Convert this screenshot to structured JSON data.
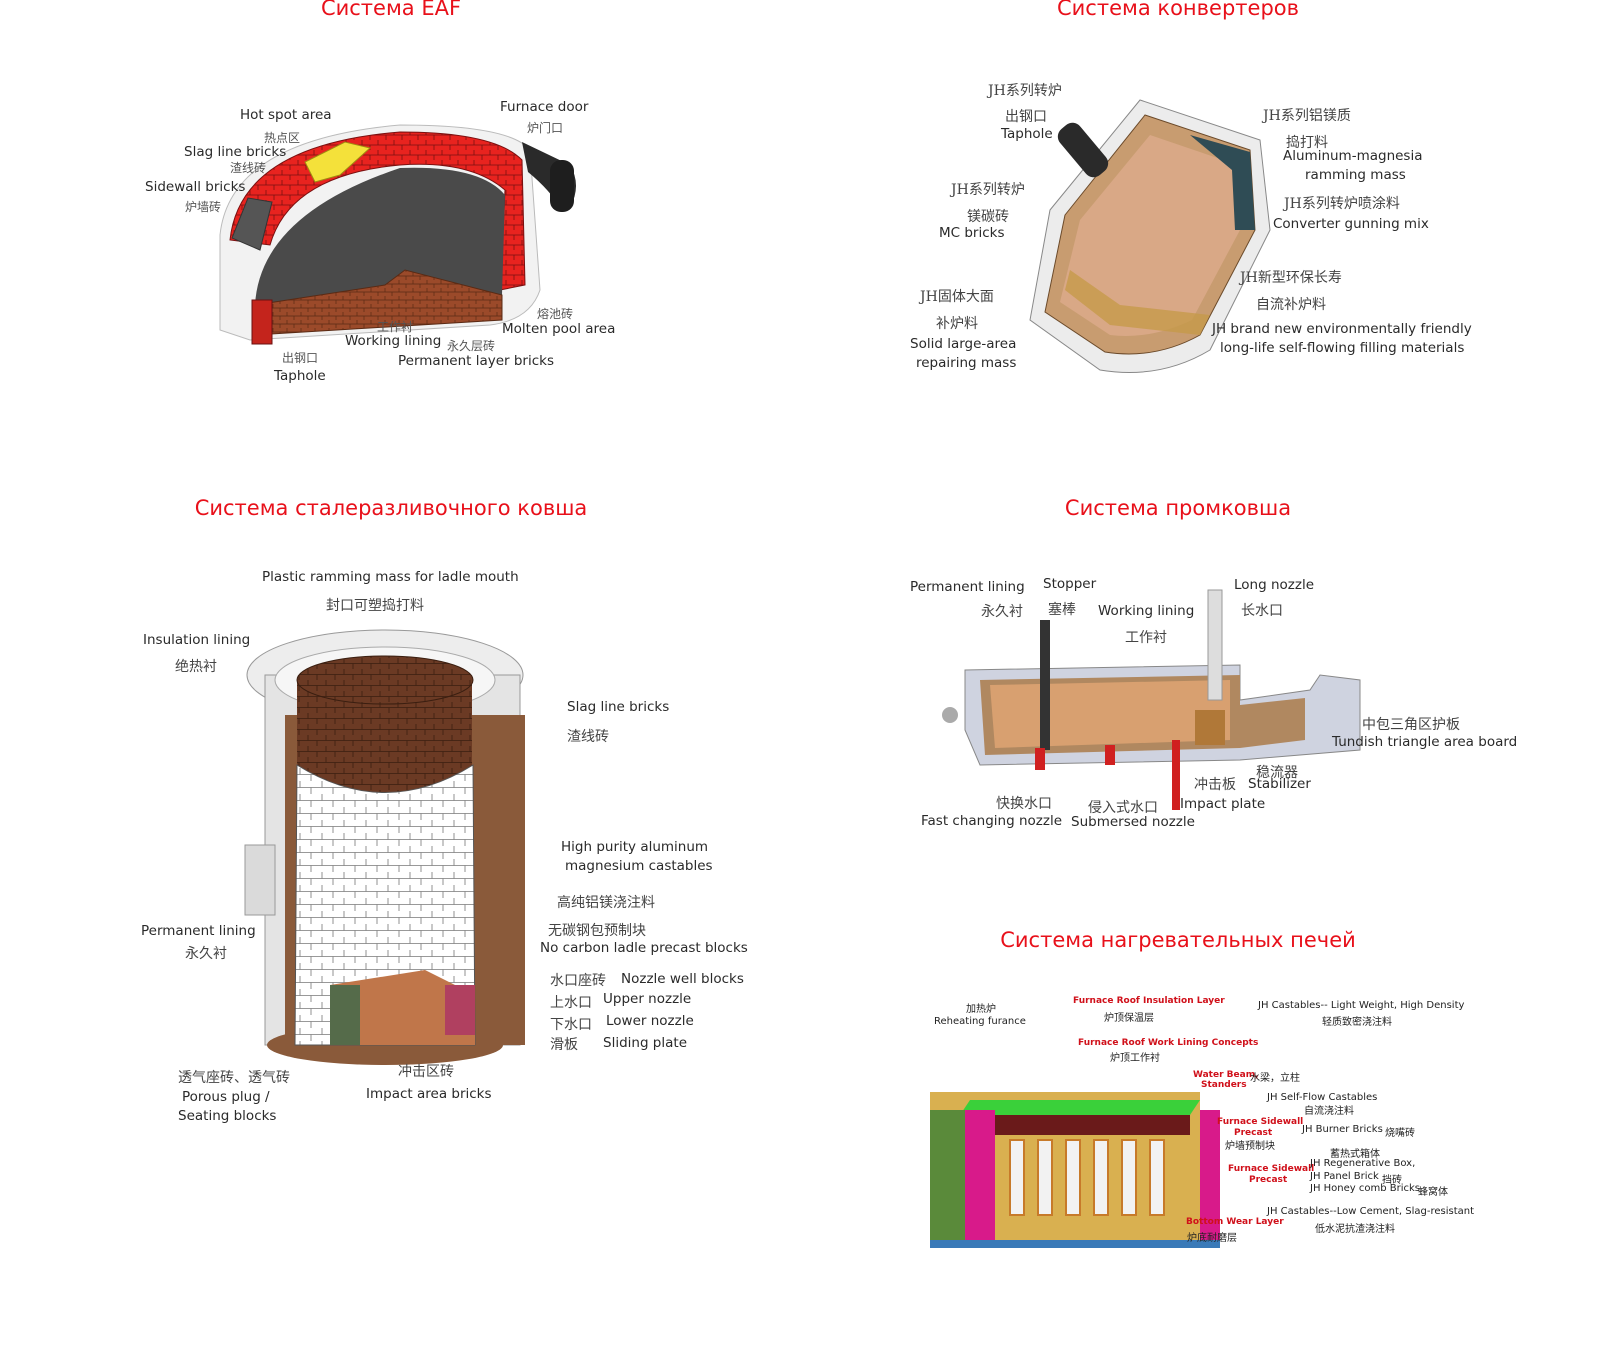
{
  "titles": {
    "eaf": "Система EAF",
    "converter": "Система конвертеров",
    "ladle": "Система сталеразливочного ковша",
    "tundish": "Система промковша",
    "reheat": "Система нагревательных печей"
  },
  "colors": {
    "title": "#e8101a"
  },
  "eaf": {
    "hot_spot_en": "Hot spot area",
    "hot_spot_cn": "热点区",
    "slag_line_en": "Slag line bricks",
    "slag_line_cn": "渣线砖",
    "sidewall_en": "Sidewall bricks",
    "sidewall_cn": "炉墙砖",
    "door_en": "Furnace door",
    "door_cn": "炉门口",
    "molten_cn": "熔池砖",
    "molten_en": "Molten pool area",
    "working_cn": "工作衬",
    "working_en": "Working lining",
    "permanent_cn": "永久层砖",
    "permanent_en": "Permanent layer bricks",
    "taphole_cn": "出钢口",
    "taphole_en": "Taphole"
  },
  "converter": {
    "jh1": "JH系列转炉",
    "tap_cn": "出钢口",
    "tap_en": "Taphole",
    "jh2": "JH系列转炉",
    "mc_cn": "镁碳砖",
    "mc_en": "MC bricks",
    "jh3": "JH固体大面",
    "jh3b": "补炉料",
    "solid_en1": "Solid large-area",
    "solid_en2": "repairing mass",
    "al_cn1": "JH系列铝镁质",
    "al_cn2": "捣打料",
    "al_en1": "Aluminum-magnesia",
    "al_en2": "ramming mass",
    "gun_cn": "JH系列转炉喷涂料",
    "gun_en": "Converter gunning mix",
    "new_cn1": "JH新型环保长寿",
    "new_cn2": "自流补炉料",
    "new_en1": "JH brand new environmentally friendly",
    "new_en2": "long-life self-flowing filling materials"
  },
  "ladle": {
    "mouth_en": "Plastic ramming mass for ladle mouth",
    "mouth_cn": "封口可塑捣打料",
    "ins_en": "Insulation lining",
    "ins_cn": "绝热衬",
    "slag_en": "Slag line bricks",
    "slag_cn": "渣线砖",
    "hp_en1": "High purity aluminum",
    "hp_en2": "magnesium castables",
    "hp_cn": "高纯铝镁浇注料",
    "nc_cn": "无碳钢包预制块",
    "nc_en": "No carbon ladle precast blocks",
    "perm_en": "Permanent lining",
    "perm_cn": "永久衬",
    "nw_cn": "水口座砖",
    "nw_en": "Nozzle well blocks",
    "un_cn": "上水口",
    "un_en": "Upper nozzle",
    "ln_cn": "下水口",
    "ln_en": "Lower nozzle",
    "sp_cn": "滑板",
    "sp_en": "Sliding plate",
    "pp_cn": "透气座砖、透气砖",
    "pp_en1": "Porous plug /",
    "pp_en2": "Seating blocks",
    "ia_cn": "冲击区砖",
    "ia_en": "Impact area bricks"
  },
  "tundish": {
    "perm_en": "Permanent lining",
    "perm_cn": "永久衬",
    "stop_en": "Stopper",
    "stop_cn": "塞棒",
    "work_en": "Working lining",
    "work_cn": "工作衬",
    "long_en": "Long nozzle",
    "long_cn": "长水口",
    "tri_cn": "中包三角区护板",
    "tri_en": "Tundish triangle area board",
    "stab_cn": "稳流器",
    "stab_en": "Stabilizer",
    "imp_cn": "冲击板",
    "imp_en": "Impact plate",
    "fast_cn": "快换水口",
    "fast_en": "Fast changing nozzle",
    "sub_cn": "侵入式水口",
    "sub_en": "Submersed nozzle"
  },
  "reheat": {
    "furnace_cn": "加热炉",
    "furnace_en": "Reheating furance",
    "roof_ins_red": "Furnace Roof Insulation Layer",
    "roof_ins_cn": "炉顶保温层",
    "roof_ins_r": "JH Castables-- Light Weight, High Density",
    "roof_ins_r_cn": "轻质致密浇注料",
    "roof_work_red": "Furnace Roof Work Lining Concepts",
    "roof_work_cn": "炉顶工作衬",
    "wb_red1": "Water Beam,",
    "wb_cn": "水梁，立柱",
    "wb_red2": "Standers",
    "self_flow": "JH Self-Flow Castables",
    "self_flow_cn": "自流浇注料",
    "sw1_red1": "Furnace Sidewall",
    "sw1_red2": "Precast",
    "sw1_cn": "炉墙预制块",
    "burner": "JH Burner Bricks",
    "burner_cn": "烧嘴砖",
    "regen_cn": "蓄热式箱体",
    "sw2_red1": "Furnace Sidewall",
    "sw2_red2": "Precast",
    "regen": "JH Regenerative Box,",
    "panel": "JH Panel Brick",
    "panel_cn": "挡砖",
    "honey": "JH Honey comb Bricks",
    "honey_cn": "蜂窝体",
    "low_cem": "JH Castables--Low Cement, Slag-resistant",
    "low_cem_cn": "低水泥抗渣浇注料",
    "bottom_red": "Bottom Wear Layer",
    "bottom_cn": "炉底耐磨层"
  }
}
